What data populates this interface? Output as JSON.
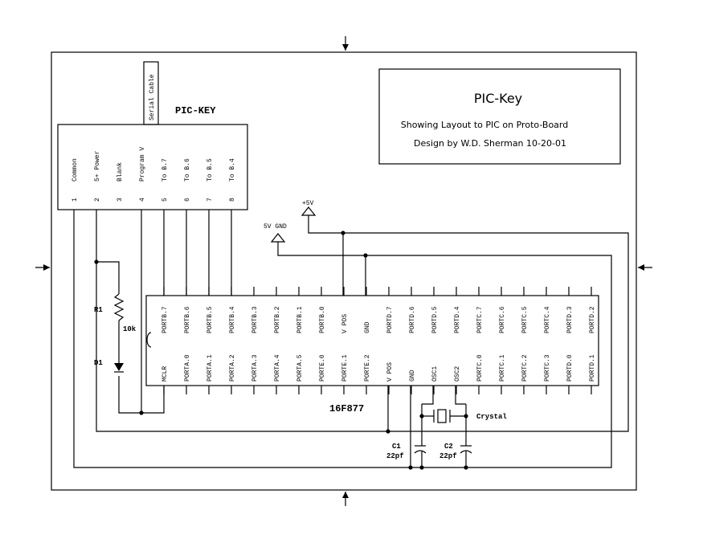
{
  "title_block": {
    "title": "PIC-Key",
    "line1": "Showing Layout to PIC on Proto-Board",
    "line2": "Design by W.D. Sherman   10-20-01"
  },
  "header": {
    "key_label": "PIC-KEY",
    "cable_label": "Serial Cable"
  },
  "key_pins": [
    {
      "num": "1",
      "name": "Common"
    },
    {
      "num": "2",
      "name": "5+ Power"
    },
    {
      "num": "3",
      "name": "Blank"
    },
    {
      "num": "4",
      "name": "Program V"
    },
    {
      "num": "5",
      "name": "To B.7"
    },
    {
      "num": "6",
      "name": "To B.6"
    },
    {
      "num": "7",
      "name": "To B.5"
    },
    {
      "num": "8",
      "name": "To B.4"
    }
  ],
  "chip": {
    "part": "16F877",
    "top_pins": [
      "PORTB.7",
      "PORTB.6",
      "PORTB.5",
      "PORTB.4",
      "PORTB.3",
      "PORTB.2",
      "PORTB.1",
      "PORTB.0",
      "V POS",
      "GND",
      "PORTD.7",
      "PORTD.6",
      "PORTD.5",
      "PORTD.4",
      "PORTC.7",
      "PORTC.6",
      "PORTC.5",
      "PORTC.4",
      "PORTD.3",
      "PORTD.2"
    ],
    "bottom_pins": [
      "MCLR",
      "PORTA.0",
      "PORTA.1",
      "PORTA.2",
      "PORTA.3",
      "PORTA.4",
      "PORTA.5",
      "PORTE.0",
      "PORTE.1",
      "PORTE.2",
      "V POS",
      "GND",
      "OSC1",
      "OSC2",
      "PORTC.0",
      "PORTC.1",
      "PORTC.2",
      "PORTC.3",
      "PORTD.0",
      "PORTD.1"
    ]
  },
  "components": {
    "r1": "R1",
    "r1_value": "10k",
    "d1": "D1",
    "c1": "C1",
    "c1_value": "22pf",
    "c2": "C2",
    "c2_value": "22pf",
    "crystal": "Crystal"
  },
  "supplies": {
    "gnd": "5V GND",
    "pos": "+5V"
  }
}
